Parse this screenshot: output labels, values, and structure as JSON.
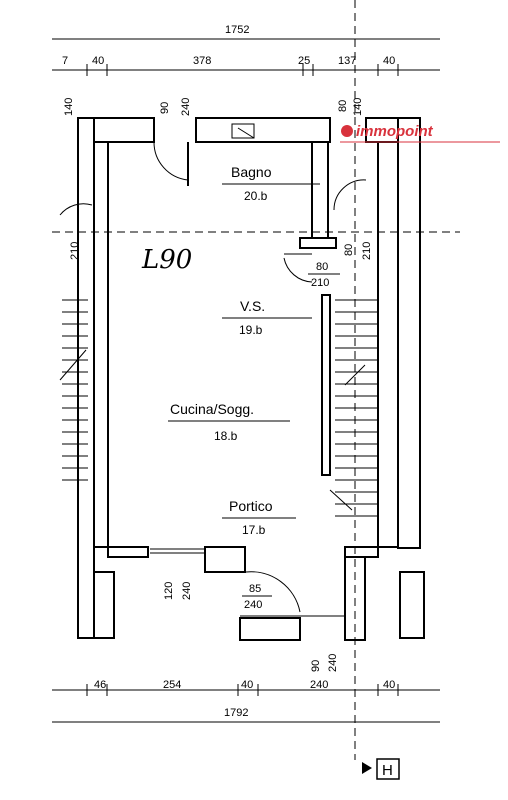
{
  "top_dims": {
    "total": "1752",
    "segments": [
      "7",
      "40",
      "378",
      "25",
      "137",
      "40"
    ]
  },
  "bottom_dims": {
    "segments": [
      "46",
      "254",
      "40",
      "240",
      "40"
    ],
    "total": "1792"
  },
  "openings": {
    "top_window_w": "90",
    "top_window_h": "240",
    "left_window_w": "140",
    "right_top_w": "80",
    "right_top_h": "140",
    "left_side_h": "210",
    "right_side_w": "80",
    "right_side_h": "210",
    "inner_door_w": "80",
    "inner_door_h": "210",
    "lower_left_w": "120",
    "lower_left_h": "240",
    "front_door_w": "85",
    "front_door_h": "240",
    "bottom_door_w": "90",
    "bottom_door_h": "240"
  },
  "rooms": [
    {
      "name": "Bagno",
      "area": "20.b"
    },
    {
      "name": "V.S.",
      "area": "19.b"
    },
    {
      "name": "Cucina/Sogg.",
      "area": "18.b"
    },
    {
      "name": "Portico",
      "area": "17.b"
    }
  ],
  "handwritten_note": "L90",
  "section_marker": "H",
  "watermark": "immopoint"
}
